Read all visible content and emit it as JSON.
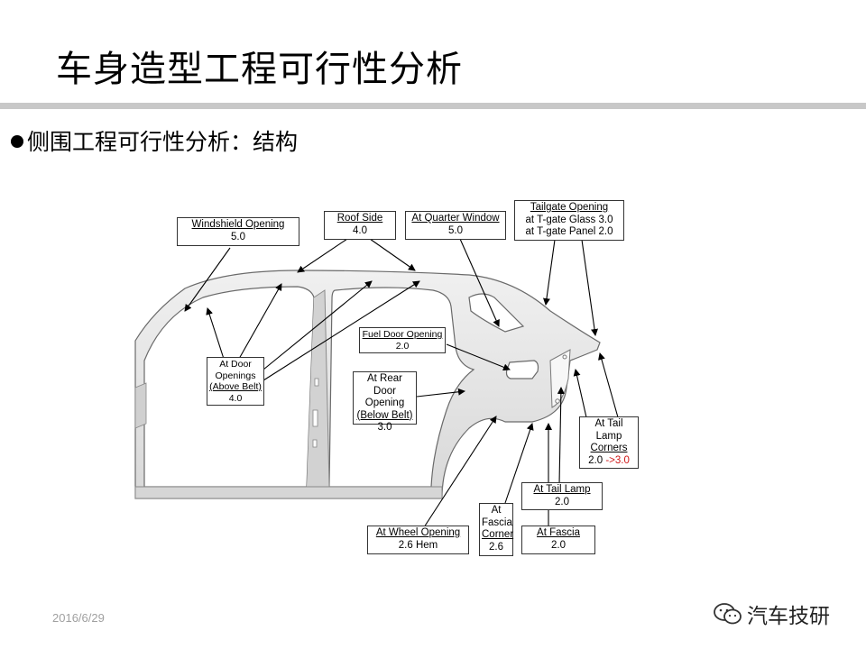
{
  "title": "车身造型工程可行性分析",
  "bullet": "侧围工程可行性分析：结构",
  "callouts": {
    "windshield": {
      "label": "Windshield Opening",
      "value": "5.0"
    },
    "roof_side": {
      "label": "Roof Side",
      "value": "4.0"
    },
    "quarter_window": {
      "label": "At Quarter Window",
      "value": "5.0"
    },
    "tailgate": {
      "label": "Tailgate Opening",
      "line2": "at T-gate Glass 3.0",
      "line3": "at T-gate Panel 2.0"
    },
    "door_openings": {
      "line1": "At Door",
      "line2": "Openings",
      "line3": "(Above Belt)",
      "value": "4.0"
    },
    "fuel_door": {
      "label": "Fuel Door Opening",
      "value": "2.0"
    },
    "rear_door": {
      "line1": "At Rear Door",
      "line2": "Opening",
      "line3": "(Below Belt)",
      "value": "3.0"
    },
    "tail_lamp_corners": {
      "line1": "At Tail",
      "line2": "Lamp",
      "line3": "Corners",
      "value": "2.0",
      "arrow": " ->",
      "new_value": "3.0"
    },
    "tail_lamp": {
      "label": "At Tail Lamp",
      "value": "2.0"
    },
    "wheel_opening": {
      "label": "At Wheel Opening",
      "value": "2.6 Hem"
    },
    "fascia_corner": {
      "line1": "At",
      "line2": "Fascia",
      "line3": "Corner",
      "value": "2.6"
    },
    "fascia": {
      "label": "At Fascia",
      "value": "2.0"
    }
  },
  "footer": {
    "date": "2016/6/29",
    "watermark": "汽车技研"
  },
  "colors": {
    "divider": "#c8c8c8",
    "panel_fill": "#e4e4e4",
    "panel_edge": "#6a6a6a",
    "highlight_red": "#d01818"
  }
}
